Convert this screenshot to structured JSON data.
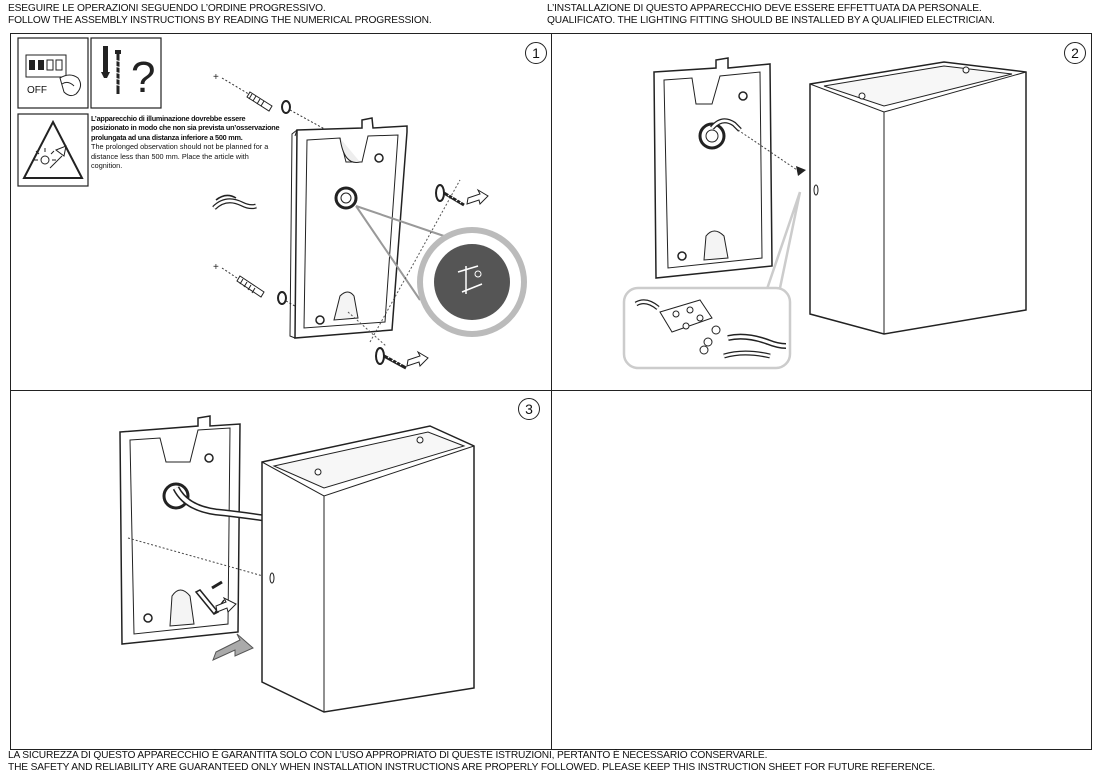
{
  "header": {
    "left_line1": "ESEGUIRE LE OPERAZIONI SEGUENDO L’ORDINE PROGRESSIVO.",
    "left_line2": "FOLLOW THE ASSEMBLY INSTRUCTIONS BY READING THE NUMERICAL PROGRESSION.",
    "right_line1": "L’INSTALLAZIONE DI QUESTO APPARECCHIO DEVE ESSERE EFFETTUATA DA PERSONALE.",
    "right_line2": "QUALIFICATO. THE LIGHTING FITTING SHOULD BE INSTALLED BY A QUALIFIED ELECTRICIAN."
  },
  "steps": {
    "step1": "1",
    "step2": "2",
    "step3": "3"
  },
  "panel1": {
    "off_label": "OFF",
    "warning_it": "L’apparecchio di illuminazione dovrebbe essere posizionato in modo che non sia prevista un’osservazione prolungata ad una distanza inferiore a 500 mm.",
    "warning_en": "The prolonged observation should not be planned for a distance less than 500 mm. Place the article with cognition."
  },
  "footer": {
    "line1": "LA SICUREZZA DI QUESTO APPARECCHIO È GARANTITA SOLO CON L’USO APPROPRIATO DI QUESTE ISTRUZIONI, PERTANTO È NECESSARIO CONSERVARLE.",
    "line2": "THE SAFETY AND RELIABILITY ARE GUARANTEED ONLY WHEN INSTALLATION INSTRUCTIONS ARE PROPERLY FOLLOWED. PLEASE KEEP THIS INSTRUCTION SHEET FOR FUTURE REFERENCE."
  },
  "icons": [
    "switch-off-icon",
    "drill-screw-icon",
    "question-mark-icon",
    "eye-warning-icon",
    "wall-plug-icon",
    "screw-icon",
    "cable-icon",
    "terminal-block-icon",
    "hex-key-icon",
    "arrow-icon"
  ]
}
